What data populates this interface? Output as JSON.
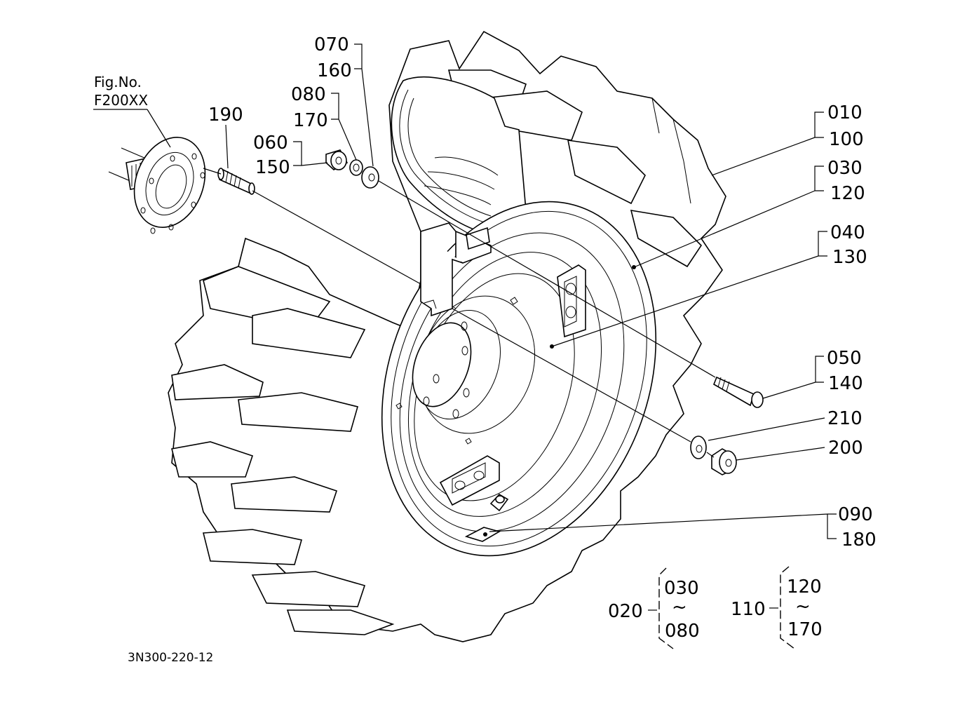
{
  "figure": {
    "fig_no_label": "Fig.No.",
    "fig_no_value": "F200XX",
    "drawing_code": "3N300-220-12"
  },
  "callouts": {
    "c010": "010",
    "c100": "100",
    "c030": "030",
    "c120": "120",
    "c040": "040",
    "c130": "130",
    "c050": "050",
    "c140": "140",
    "c210": "210",
    "c200": "200",
    "c090": "090",
    "c180": "180",
    "c070": "070",
    "c160": "160",
    "c080": "080",
    "c170": "170",
    "c060": "060",
    "c150": "150",
    "c190": "190"
  },
  "assemblies": [
    {
      "id": "020",
      "range_from": "030",
      "range_sep": "~",
      "range_to": "080"
    },
    {
      "id": "110",
      "range_from": "120",
      "range_sep": "~",
      "range_to": "170"
    }
  ]
}
